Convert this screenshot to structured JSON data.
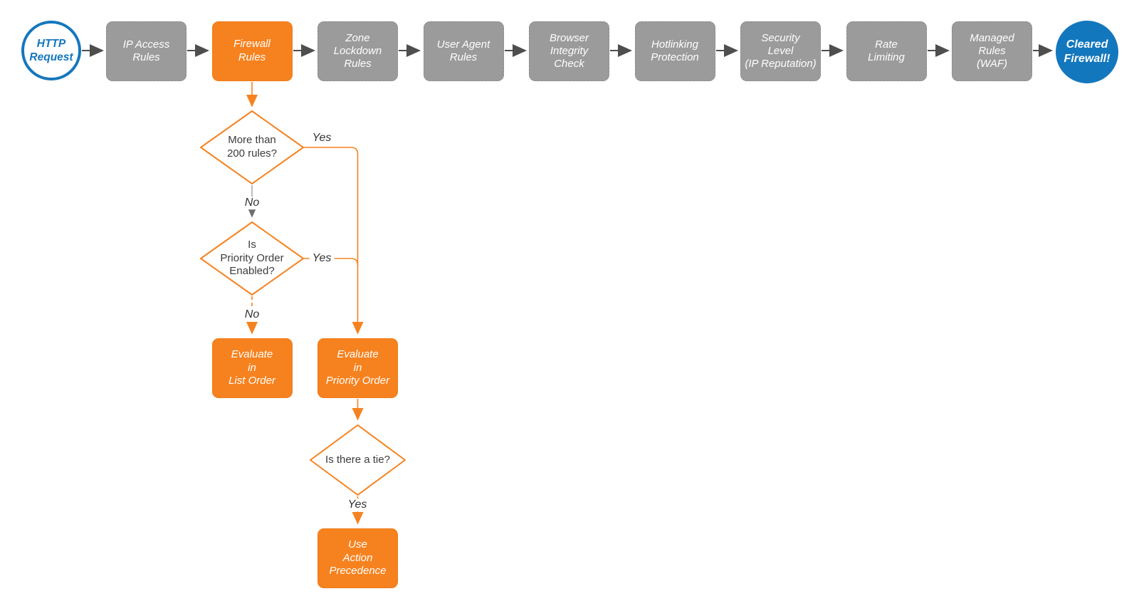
{
  "colors": {
    "orange": "#F6821F",
    "box_gray": "#9B9B9B",
    "blue": "#1577BD",
    "arrow_dark": "#4E4E4E",
    "text_white": "#FFFFFF",
    "diamond_text": "#3C3C3C"
  },
  "nodes": {
    "http_request": {
      "label": "HTTP\nRequest"
    },
    "ip_access": {
      "label": "IP Access\nRules"
    },
    "firewall": {
      "label": "Firewall\nRules"
    },
    "zone_lockdown": {
      "label": "Zone\nLockdown\nRules"
    },
    "user_agent": {
      "label": "User Agent\nRules"
    },
    "browser_integrity": {
      "label": "Browser\nIntegrity\nCheck"
    },
    "hotlinking": {
      "label": "Hotlinking\nProtection"
    },
    "security_level": {
      "label": "Security\nLevel\n(IP Reputation)"
    },
    "rate_limiting": {
      "label": "Rate\nLimiting"
    },
    "managed_rules": {
      "label": "Managed\nRules\n(WAF)"
    },
    "cleared_firewall": {
      "label": "Cleared\nFirewall!"
    },
    "more_than_200": {
      "label": "More than\n200 rules?"
    },
    "priority_enabled": {
      "label": "Is\nPriority Order\nEnabled?"
    },
    "evaluate_list": {
      "label": "Evaluate\nin\nList Order"
    },
    "evaluate_priority": {
      "label": "Evaluate\nin\nPriority Order"
    },
    "is_tie": {
      "label": "Is there a tie?"
    },
    "action_precedence": {
      "label": "Use\nAction\nPrecedence"
    }
  },
  "edge_labels": {
    "d1_yes": "Yes",
    "d1_no": "No",
    "d2_yes": "Yes",
    "d2_no": "No",
    "d3_yes": "Yes"
  }
}
